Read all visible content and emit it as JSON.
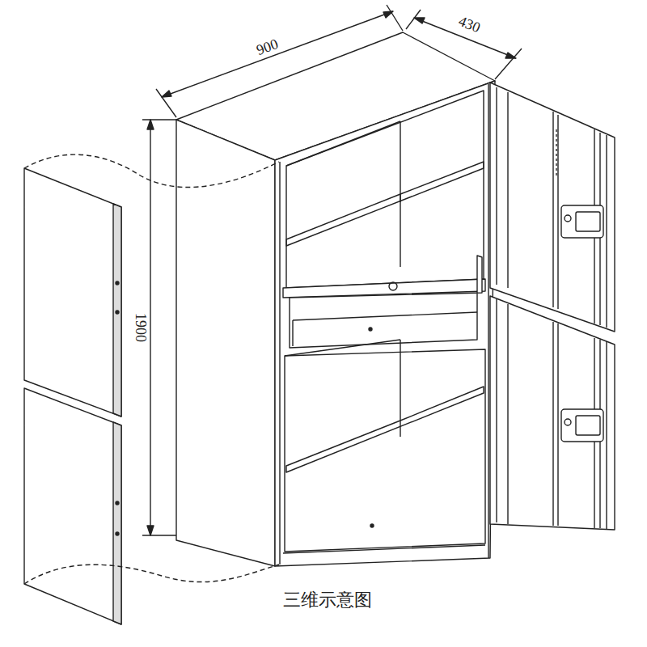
{
  "diagram": {
    "caption": "三维示意图",
    "labels": [
      "900",
      "430",
      "1900"
    ]
  }
}
